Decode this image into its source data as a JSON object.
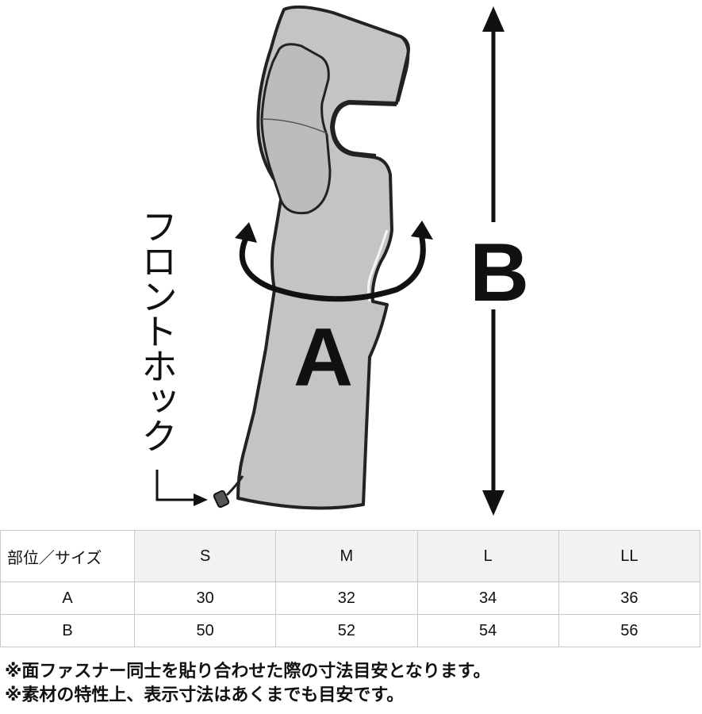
{
  "figure": {
    "front_hook_label": "フロントホック",
    "label_a": "A",
    "label_b": "B",
    "colors": {
      "fabric": "#c4c4c4",
      "outline": "#222222",
      "arrow": "#111111"
    }
  },
  "size_table": {
    "header": [
      "部位／サイズ",
      "S",
      "M",
      "L",
      "LL"
    ],
    "rows": [
      [
        "A",
        "30",
        "32",
        "34",
        "36"
      ],
      [
        "B",
        "50",
        "52",
        "54",
        "56"
      ]
    ]
  },
  "notes": [
    "※面ファスナー同士を貼り合わせた際の寸法目安となります。",
    "※素材の特性上、表示寸法はあくまでも目安です。"
  ]
}
